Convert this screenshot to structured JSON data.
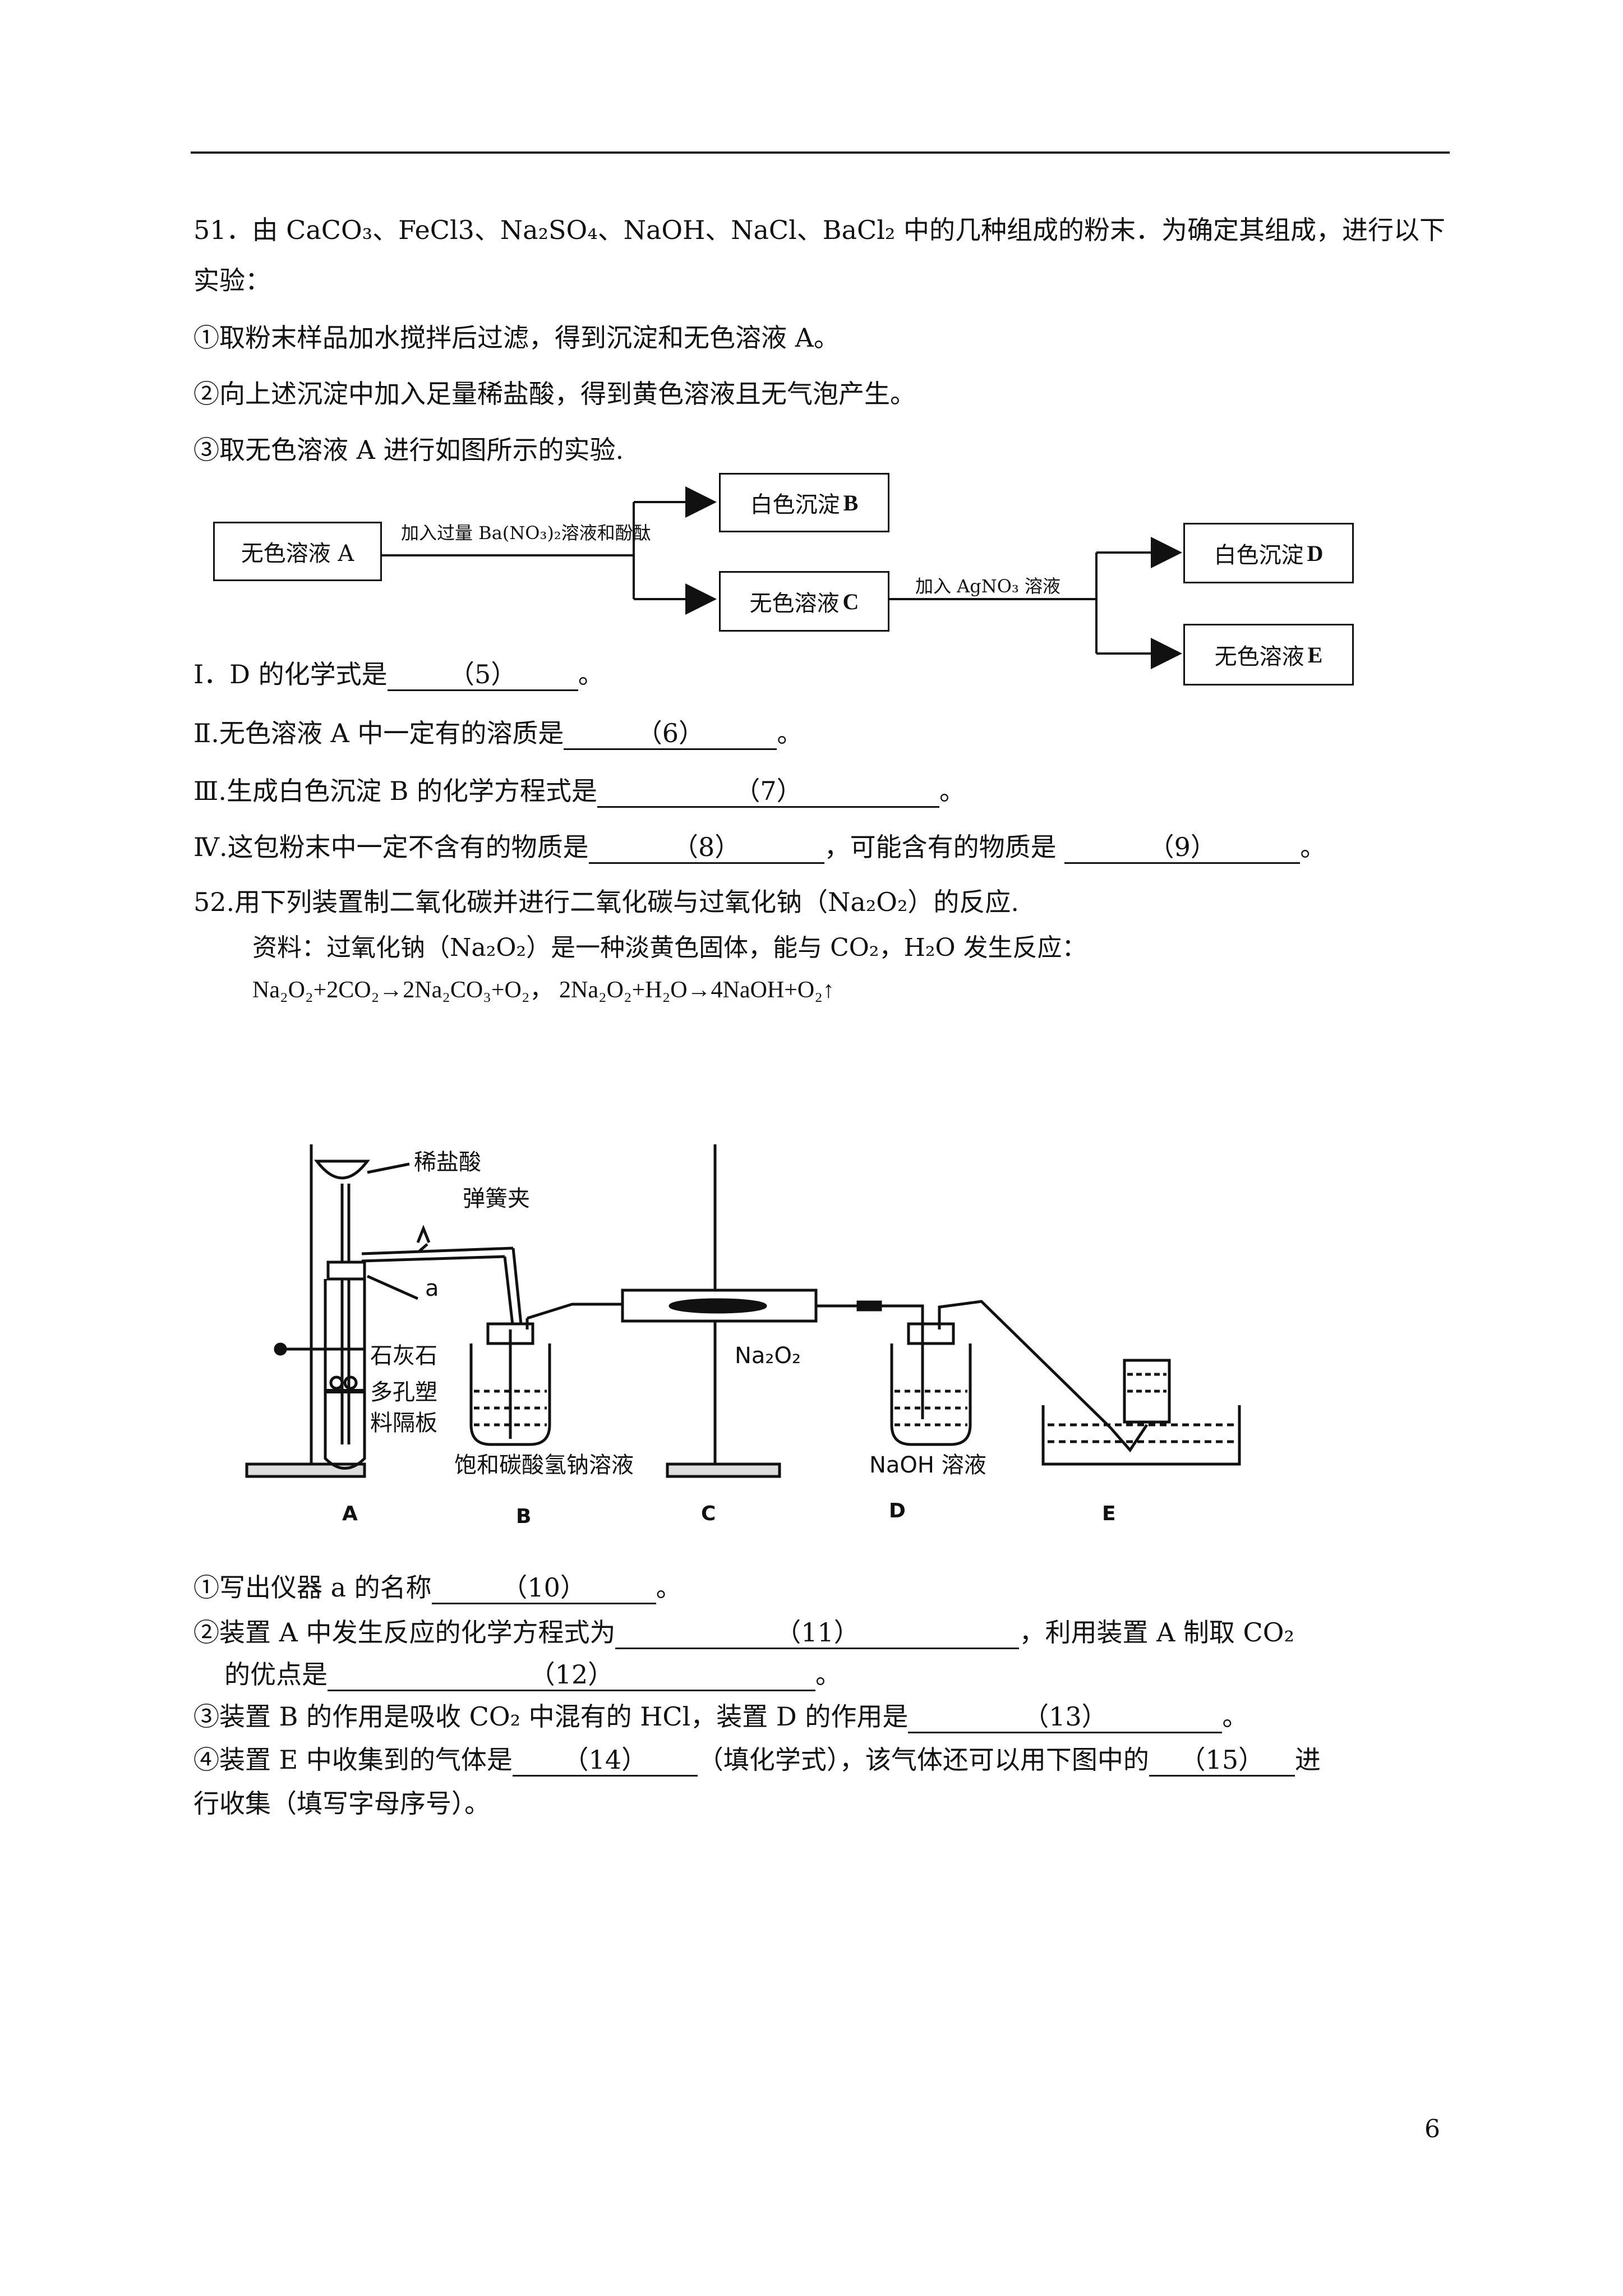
{
  "q51": {
    "intro_line1": "51．由 CaCO₃、FeCl3、Na₂SO₄、NaOH、NaCl、BaCl₂ 中的几种组成的粉末．为确定其组成，进行以下",
    "intro_line2": "实验：",
    "step1": "①取粉末样品加水搅拌后过滤，得到沉淀和无色溶液 A。",
    "step2": "②向上述沉淀中加入足量稀盐酸，得到黄色溶液且无气泡产生。",
    "step3": "③取无色溶液 A 进行如图所示的实验.",
    "flow": {
      "box_a": "无色溶液 A",
      "label1": "加入过量 Ba(NO₃)₂溶液和酚酞",
      "box_b_text": "白色沉淀",
      "box_b_letter": "B",
      "box_c_text": "无色溶液",
      "box_c_letter": "C",
      "label2": "加入 AgNO₃ 溶液",
      "box_d_text": "白色沉淀",
      "box_d_letter": "D",
      "box_e_text": "无色溶液",
      "box_e_letter": "E"
    },
    "qI_pre": "Ⅰ．D 的化学式是",
    "qI_blank": "（5）",
    "qI_post": "。",
    "qII_pre": "Ⅱ.无色溶液 A 中一定有的溶质是",
    "qII_blank": "（6）",
    "qII_post": "。",
    "qIII_pre": "Ⅲ.生成白色沉淀 B 的化学方程式是",
    "qIII_blank": "（7）",
    "qIII_post": "。",
    "qIV_pre": "Ⅳ.这包粉末中一定不含有的物质是",
    "qIV_blank1": "（8）",
    "qIV_mid": "，可能含有的物质是",
    "qIV_blank2": "（9）",
    "qIV_post": "。"
  },
  "q52": {
    "intro": "52.用下列装置制二氧化碳并进行二氧化碳与过氧化钠（Na₂O₂）的反应.",
    "info": "资料：过氧化钠（Na₂O₂）是一种淡黄色固体，能与 CO₂，H₂O 发生反应：",
    "equations": "Na₂O₂+2CO₂→2Na₂CO₃+O₂，   2Na₂O₂+H₂O→4NaOH+O₂↑",
    "apparatus": {
      "hcl": "稀盐酸",
      "clamp": "弹簧夹",
      "a": "a",
      "limestone": "石灰石",
      "plate1": "多孔塑",
      "plate2": "料隔板",
      "nahco3": "饱和碳酸氢钠溶液",
      "na2o2": "Na₂O₂",
      "naoh": "NaOH 溶液",
      "labels": [
        "A",
        "B",
        "C",
        "D",
        "E"
      ]
    },
    "s1_pre": "①写出仪器 a 的名称",
    "s1_blank": "（10）",
    "s1_post": "。",
    "s2_pre": "②装置 A 中发生反应的化学方程式为",
    "s2_blank": "（11）",
    "s2_post": "，利用装置 A 制取 CO₂",
    "s2b_pre": "的优点是",
    "s2b_blank": "（12）",
    "s2b_post": "。",
    "s3_pre": "③装置 B 的作用是吸收 CO₂ 中混有的 HCl，装置 D 的作用是",
    "s3_blank": "（13）",
    "s3_post": "。",
    "s4_pre": "④装置 E 中收集到的气体是",
    "s4_blank": "（14）",
    "s4_mid": "（填化学式），该气体还可以用下图中的",
    "s4_blank2": "（15）",
    "s4_post": "进",
    "s4b": "行收集（填写字母序号）。"
  },
  "page_number": "6"
}
